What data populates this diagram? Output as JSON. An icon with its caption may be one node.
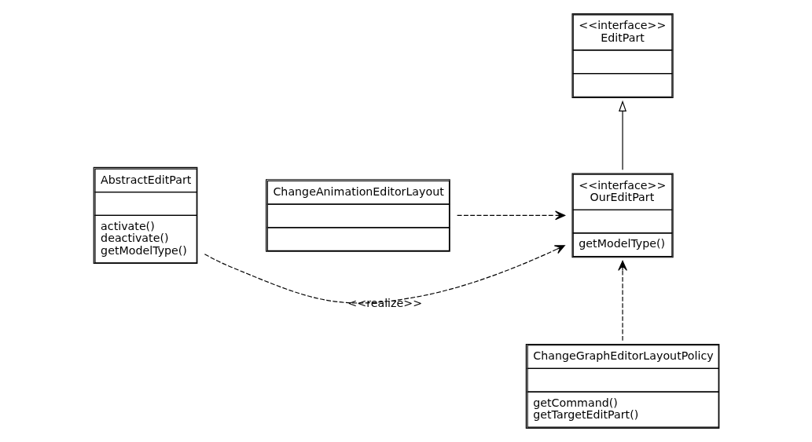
{
  "diagram": {
    "nodes": [
      {
        "text": [
          "<<interface>>",
          "EditPart"
        ]
      },
      {
        "text": [
          "AbstractEditPart",
          "activate()",
          "deactivate()",
          "getModelType()"
        ]
      },
      {
        "text": [
          "<<interface>>",
          "OurEditPart",
          "getModelType()"
        ]
      },
      {
        "text": [
          "ChangeAnimationEditorLayout"
        ]
      },
      {
        "text": [
          "ChangeGraphEditorLayoutPolicy",
          "getCommand()",
          "getTargetEditPart()"
        ]
      }
    ],
    "edges": [
      {
        "from": 2,
        "to": 0,
        "arrow": "to"
      },
      {
        "from": 1,
        "to": 2,
        "arrow": "to",
        "style": "dashed",
        "label": "<<realize>>"
      },
      {
        "from": 3,
        "to": 2,
        "arrow": "to",
        "style": "dashed"
      },
      {
        "from": 4,
        "to": 2,
        "arrow": "to",
        "style": "dashed"
      }
    ]
  }
}
